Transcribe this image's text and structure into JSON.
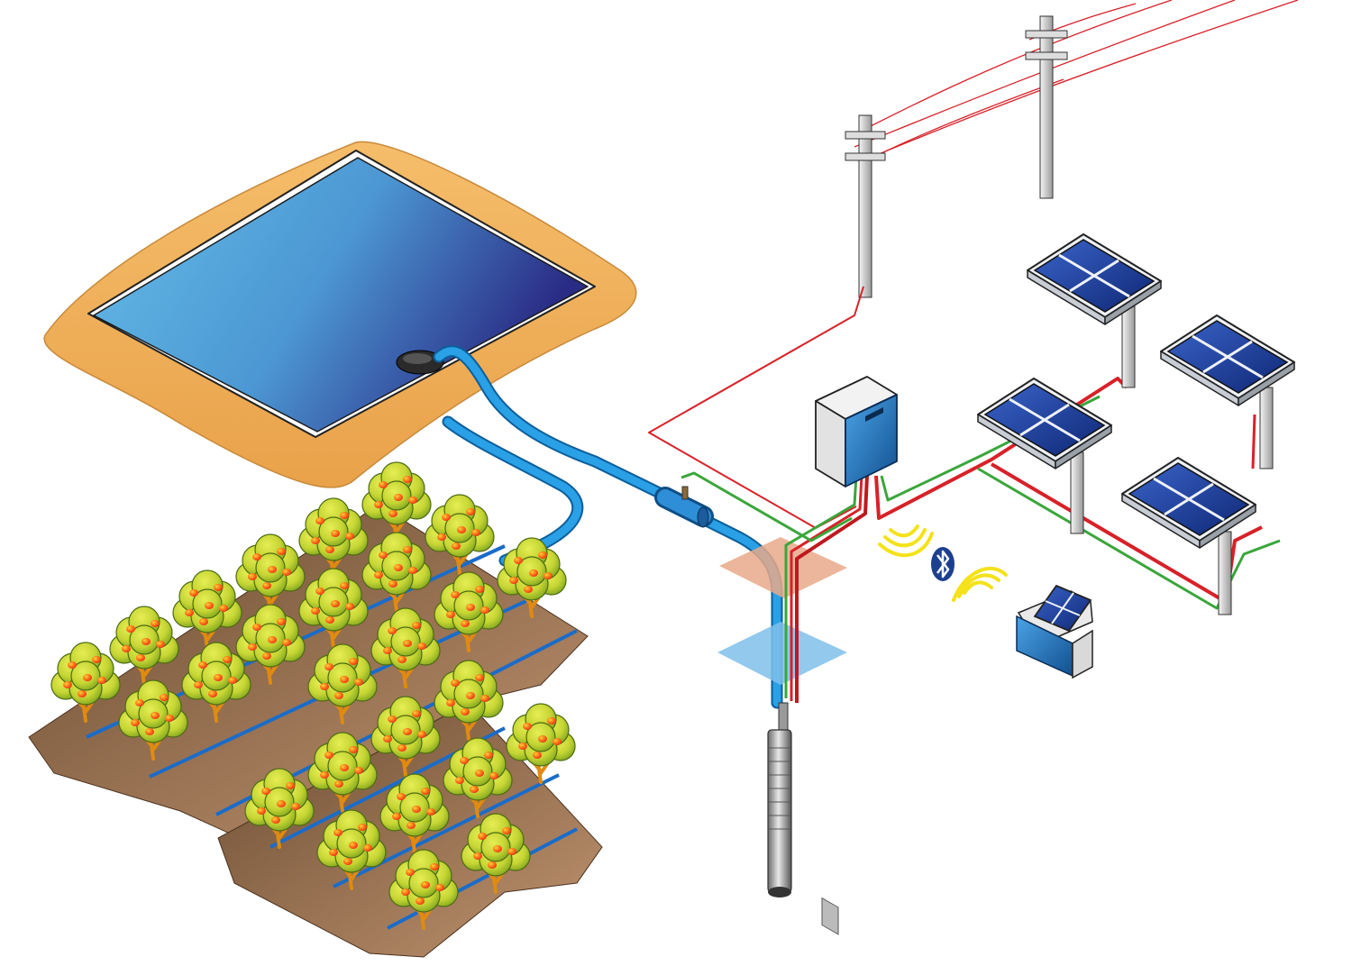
{
  "diagram": {
    "kind": "solar-powered irrigation system (isometric illustration)",
    "components": [
      "reservoir",
      "float-sensor",
      "orchard",
      "drip-lines",
      "flow-meter",
      "pump-controller",
      "power-poles",
      "solar-panels",
      "submersible-pump",
      "wireless-monitor",
      "bluetooth-link"
    ]
  },
  "colors": {
    "water_light": "#5fb8e6",
    "water_dark": "#2b2f86",
    "pipe": "#1e8fd8",
    "bank": "#f4b862",
    "soil": "#7a5a3c",
    "foliage": "#c8d93a",
    "fruit": "#ff5a1e",
    "panel": "#1e3e9a",
    "cable_ac": "#d82128",
    "cable_dc": "#3aa63a",
    "signal": "#f4e21a",
    "bluetooth": "#1d3f8f",
    "controller": "#1f77c8"
  },
  "icons": {
    "bluetooth": "bluetooth-icon"
  }
}
